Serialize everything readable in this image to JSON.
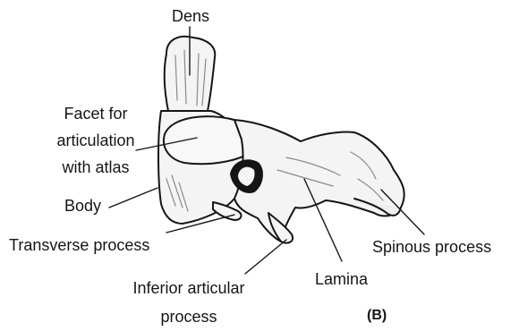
{
  "diagram": {
    "panel_label": "(B)",
    "labels": {
      "dens": "Dens",
      "facet": [
        "Facet for",
        "articulation",
        "with atlas"
      ],
      "body": "Body",
      "transverse_process": "Transverse process",
      "inferior_articular_process": [
        "Inferior articular",
        "process"
      ],
      "lamina": "Lamina",
      "spinous_process": "Spinous process"
    },
    "colors": {
      "ink": "#151515",
      "bone_fill": "#f4f4f4",
      "shade": "#8a8a8a"
    }
  }
}
